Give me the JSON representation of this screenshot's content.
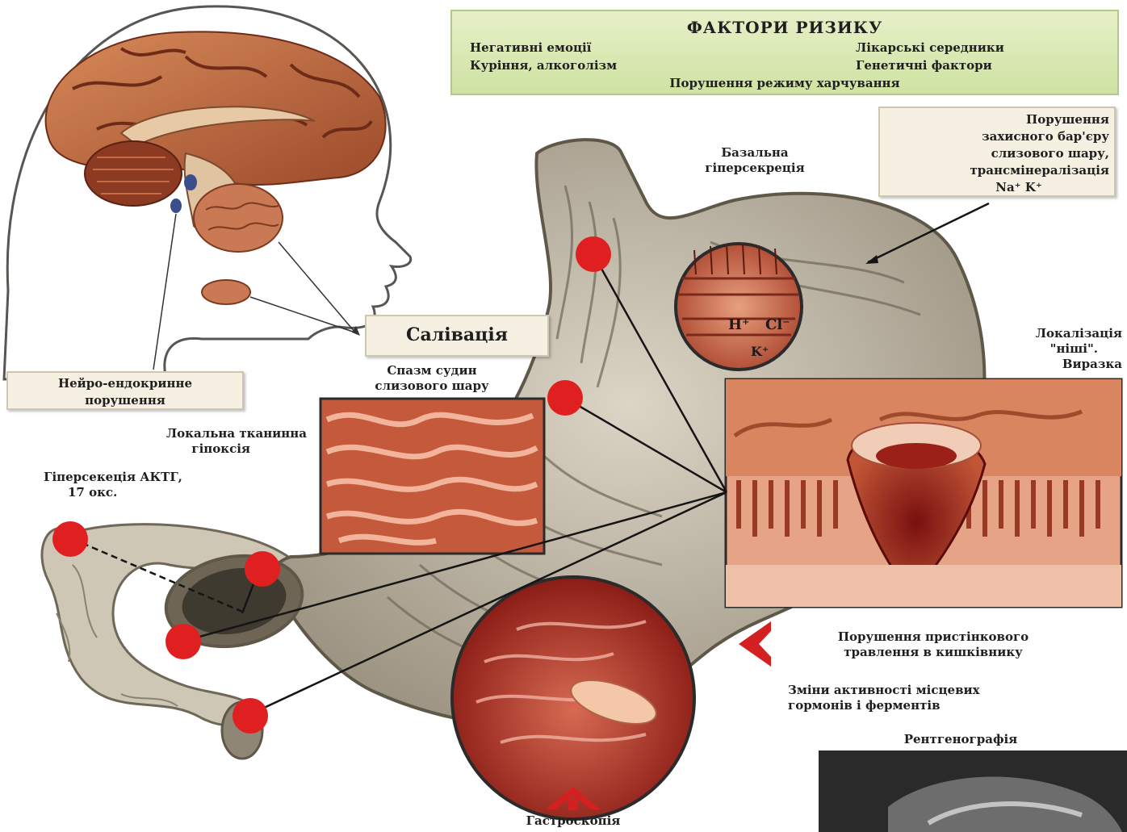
{
  "risk_factors": {
    "title": "ФАКТОРИ РИЗИКУ",
    "items": [
      "Негативні емоції",
      "Лікарські середники",
      "Куріння, алкоголізм",
      "Генетичні фактори",
      "Порушення режиму харчування"
    ]
  },
  "labels": {
    "basal_hypersecretion": [
      "Базальна",
      "гіперсекреція"
    ],
    "barrier_disorder": [
      "Порушення",
      "захисного бар'єру",
      "слизового шару,",
      "трансмінералізація",
      "Na⁺ K⁺"
    ],
    "salivation": "Салівація",
    "neuro_endocrine": [
      "Нейро-ендокринне",
      "порушення"
    ],
    "vessel_spasm": [
      "Спазм судин",
      "слизового шару"
    ],
    "local_hypoxia": [
      "Локальна тканинна",
      "гіпоксія"
    ],
    "acth": [
      "Гіперсекеція АКТГ,",
      "17 окс."
    ],
    "niche_localization": [
      "Локалізація",
      "\"ніші\".",
      "Виразка"
    ],
    "parietal_digestion": [
      "Порушення пристінкового",
      "травлення в кишківнику"
    ],
    "hormone_changes": [
      "Зміни активності місцевих",
      "гормонів і ферментів"
    ],
    "radiography": "Рентгенографія",
    "gastroscopy": "Гастроскопія",
    "ions": [
      "H⁺",
      "Cl⁻",
      "K⁺"
    ]
  },
  "colors": {
    "marker_red": "#e02020",
    "arrow_red": "#d42020",
    "risk_bg": "#d8e8b0",
    "stomach_gray": "#bdb4a4",
    "tissue_red": "#b8442c"
  }
}
